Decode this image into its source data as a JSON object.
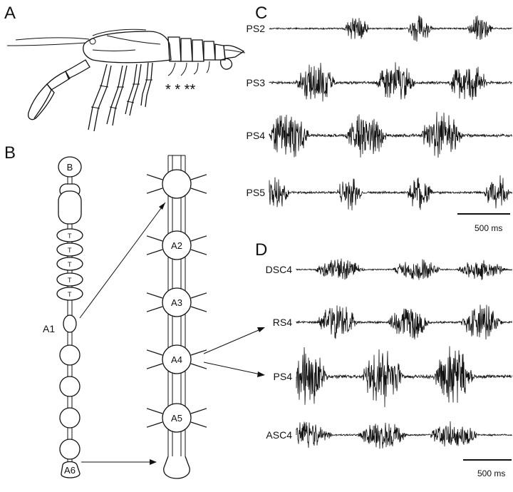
{
  "panels": {
    "a": "A",
    "b": "B",
    "c": "C",
    "d": "D"
  },
  "crayfish": {
    "asterisks": "* * **"
  },
  "cord": {
    "brain": "B",
    "thoracic": [
      "T",
      "T",
      "T",
      "T",
      "T"
    ],
    "a1": "A1",
    "a6": "A6"
  },
  "enlarged": {
    "ganglia": [
      "A2",
      "A3",
      "A4",
      "A5"
    ]
  },
  "panel_c": {
    "traces": [
      {
        "name": "PS2",
        "bursts": [
          0.36,
          0.62,
          0.87
        ],
        "amp": 0.55,
        "width": 0.055
      },
      {
        "name": "PS3",
        "bursts": [
          0.19,
          0.52,
          0.82
        ],
        "amp": 0.85,
        "width": 0.085
      },
      {
        "name": "PS4",
        "bursts": [
          0.08,
          0.4,
          0.71
        ],
        "amp": 1.0,
        "width": 0.09
      },
      {
        "name": "PS5",
        "bursts": [
          0.03,
          0.33,
          0.62,
          0.94
        ],
        "amp": 0.75,
        "width": 0.055
      }
    ],
    "scale_label": "500 ms"
  },
  "panel_d": {
    "traces": [
      {
        "name": "DSC4",
        "bursts": [
          0.2,
          0.56,
          0.86
        ],
        "amp": 0.35,
        "width": 0.12
      },
      {
        "name": "RS4",
        "bursts": [
          0.19,
          0.52,
          0.86
        ],
        "amp": 0.6,
        "width": 0.1
      },
      {
        "name": "PS4",
        "bursts": [
          0.05,
          0.4,
          0.73
        ],
        "amp": 1.0,
        "width": 0.1
      },
      {
        "name": "ASC4",
        "bursts": [
          0.05,
          0.4,
          0.73
        ],
        "amp": 0.45,
        "width": 0.12
      }
    ],
    "scale_label": "500 ms"
  }
}
